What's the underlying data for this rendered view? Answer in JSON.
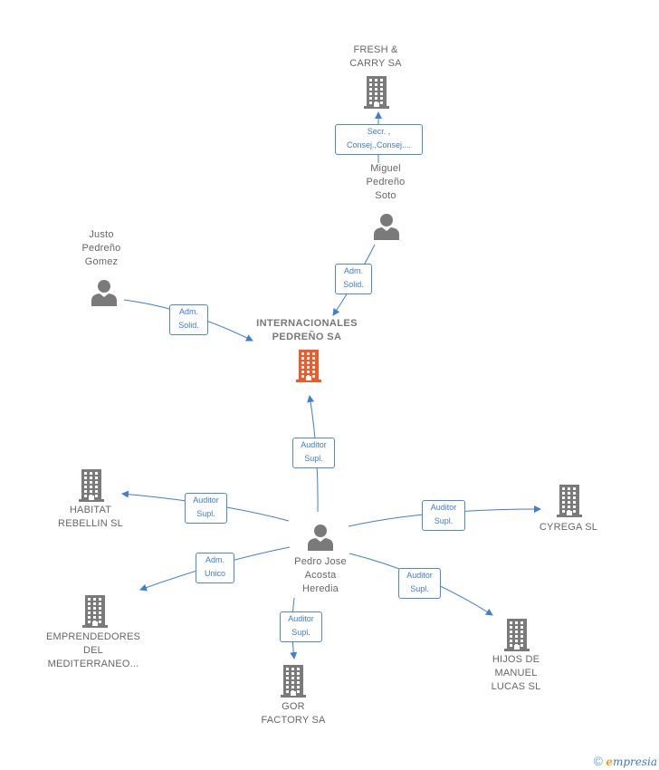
{
  "nodes": {
    "fresh": {
      "label": "FRESH &\nCARRY SA",
      "type": "company"
    },
    "miguel": {
      "label": "Miguel\nPedreño\nSoto",
      "type": "person"
    },
    "justo": {
      "label": "Justo\nPedreño\nGomez",
      "type": "person"
    },
    "center": {
      "label": "INTERNACIONALES\nPEDREÑO SA",
      "type": "company-main"
    },
    "habitat": {
      "label": "HABITAT\nREBELLIN SL",
      "type": "company"
    },
    "cyrega": {
      "label": "CYREGA SL",
      "type": "company"
    },
    "pedro": {
      "label": "Pedro Jose\nAcosta\nHeredia",
      "type": "person"
    },
    "emprendedores": {
      "label": "EMPRENDEDORES\nDEL\nMEDITERRANEO...",
      "type": "company"
    },
    "hijos": {
      "label": "HIJOS DE\nMANUEL\nLUCAS SL",
      "type": "company"
    },
    "gor": {
      "label": "GOR\nFACTORY SA",
      "type": "company"
    }
  },
  "edges": {
    "miguel_fresh": {
      "line1": "Secr. ,",
      "line2": "Consej.,Consej...."
    },
    "miguel_center": {
      "line1": "Adm.",
      "line2": "Solid."
    },
    "justo_center": {
      "line1": "Adm.",
      "line2": "Solid."
    },
    "pedro_center": {
      "line1": "Auditor",
      "line2": "Supl."
    },
    "pedro_habitat": {
      "line1": "Auditor",
      "line2": "Supl."
    },
    "pedro_cyrega": {
      "line1": "Auditor",
      "line2": "Supl."
    },
    "pedro_emprendedores": {
      "line1": "Adm.",
      "line2": "Unico"
    },
    "pedro_hijos": {
      "line1": "Auditor",
      "line2": "Supl."
    },
    "pedro_gor": {
      "line1": "Auditor",
      "line2": "Supl."
    }
  },
  "colors": {
    "edge": "#3b7fd6",
    "icon": "#7a7a7a",
    "icon_main": "#f05a28"
  },
  "brand": {
    "copyright": "©",
    "initial": "e",
    "rest": "mpresia"
  }
}
